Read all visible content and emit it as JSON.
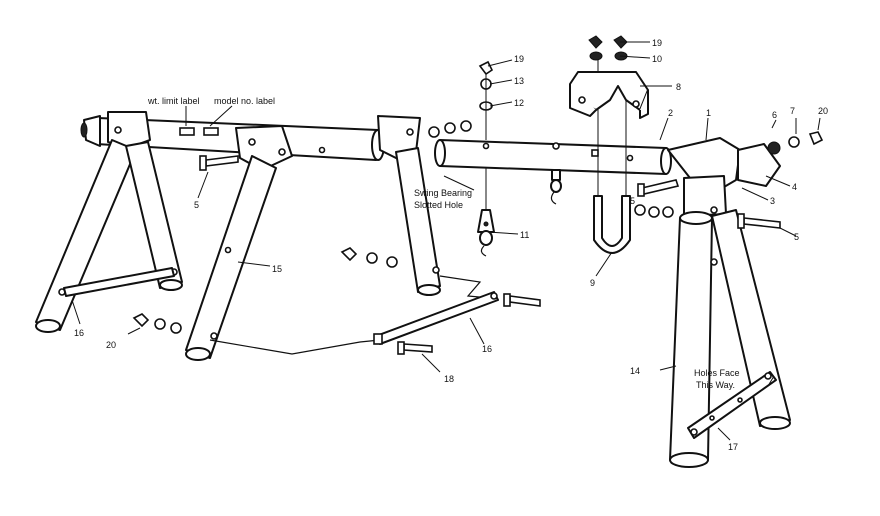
{
  "notes": {
    "wt_limit": "wt. limit label",
    "model_no": "model no. label",
    "swing_bearing_1": "Swing Bearing",
    "swing_bearing_2": "Slotted Hole",
    "holes_face_1": "Holes Face",
    "holes_face_2": "This Way."
  },
  "callouts": {
    "c1": "1",
    "c2": "2",
    "c3": "3",
    "c4": "4",
    "c5a": "5",
    "c5b": "5",
    "c5c": "5",
    "c6": "6",
    "c7": "7",
    "c8": "8",
    "c9": "9",
    "c10": "10",
    "c11": "11",
    "c12": "12",
    "c13": "13",
    "c14": "14",
    "c15": "15",
    "c16a": "16",
    "c16b": "16",
    "c17": "17",
    "c18": "18",
    "c19a": "19",
    "c19b": "19",
    "c20a": "20",
    "c20b": "20"
  }
}
